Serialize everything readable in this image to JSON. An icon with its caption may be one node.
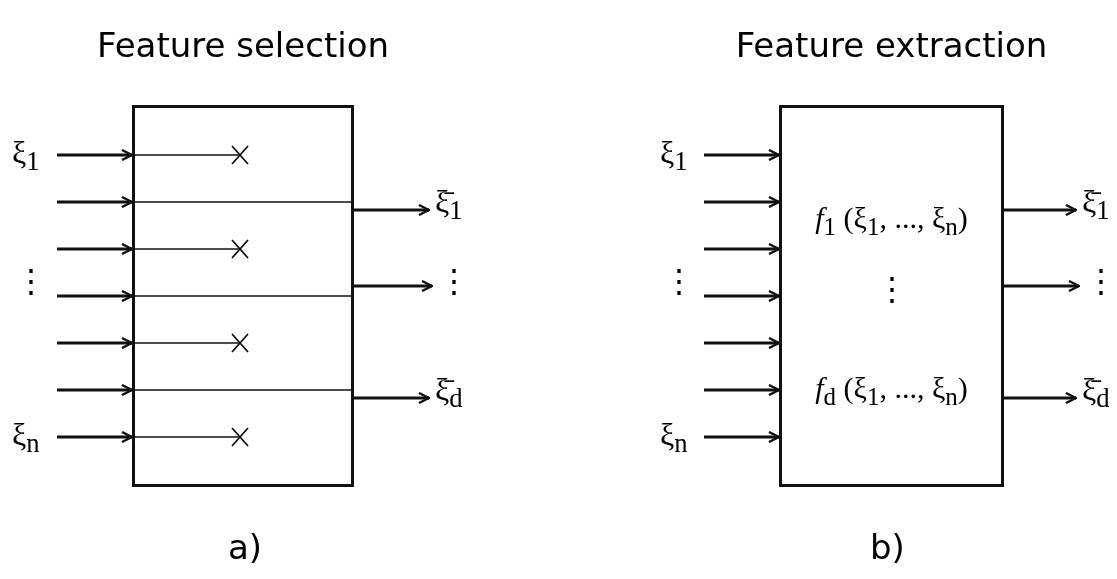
{
  "diagram": {
    "nodes": [
      {
        "text": [
          "Feature selection"
        ]
      },
      {
        "text": [
          "ξ̄$_{1}$"
        ]
      },
      {
        "text": [
          "⋮"
        ]
      },
      {
        "text": [
          "ξ̄$_{d}$"
        ]
      },
      {
        "text": [
          "Feature extraction",
          "*f*$_{1}$ (ξ$_{1}$, ..., ξ$_{n}$)",
          "⋮",
          "*f*$_{d}$ (ξ$_{1}$, ..., ξ$_{n}$)"
        ]
      },
      {
        "text": [
          "ξ̄$_{1}$"
        ]
      },
      {
        "text": [
          "⋮"
        ]
      },
      {
        "text": [
          "ξ̄$_{d}$"
        ]
      }
    ],
    "edges": [
      {
        "from": null,
        "to": 0,
        "arrow": "to"
      },
      {
        "from": null,
        "to": 0,
        "arrow": "to"
      },
      {
        "from": null,
        "to": 0,
        "arrow": "to"
      },
      {
        "from": null,
        "to": 0,
        "arrow": "to"
      },
      {
        "from": null,
        "to": 0,
        "arrow": "to"
      },
      {
        "from": null,
        "to": 0,
        "arrow": "to"
      },
      {
        "from": null,
        "to": 0,
        "arrow": "to"
      },
      {
        "from": 0,
        "to": 1,
        "arrow": "to"
      },
      {
        "from": 0,
        "to": 2,
        "arrow": "to"
      },
      {
        "from": 0,
        "to": 3,
        "arrow": "to"
      },
      {
        "from": null,
        "to": 4,
        "arrow": "to"
      },
      {
        "from": null,
        "to": 4,
        "arrow": "to"
      },
      {
        "from": null,
        "to": 4,
        "arrow": "to"
      },
      {
        "from": null,
        "to": 4,
        "arrow": "to"
      },
      {
        "from": null,
        "to": 4,
        "arrow": "to"
      },
      {
        "from": null,
        "to": 4,
        "arrow": "to"
      },
      {
        "from": null,
        "to": 4,
        "arrow": "to"
      },
      {
        "from": 4,
        "to": 5,
        "arrow": "to"
      },
      {
        "from": 4,
        "to": 6,
        "arrow": "to"
      },
      {
        "from": 4,
        "to": 7,
        "arrow": "to"
      }
    ],
    "labels": [
      "ξ$_{1}$",
      "⋮",
      "ξ$_{n}$",
      "ξ$_{1}$",
      "⋮",
      "ξ$_{n}$",
      "a)",
      "b)"
    ]
  }
}
